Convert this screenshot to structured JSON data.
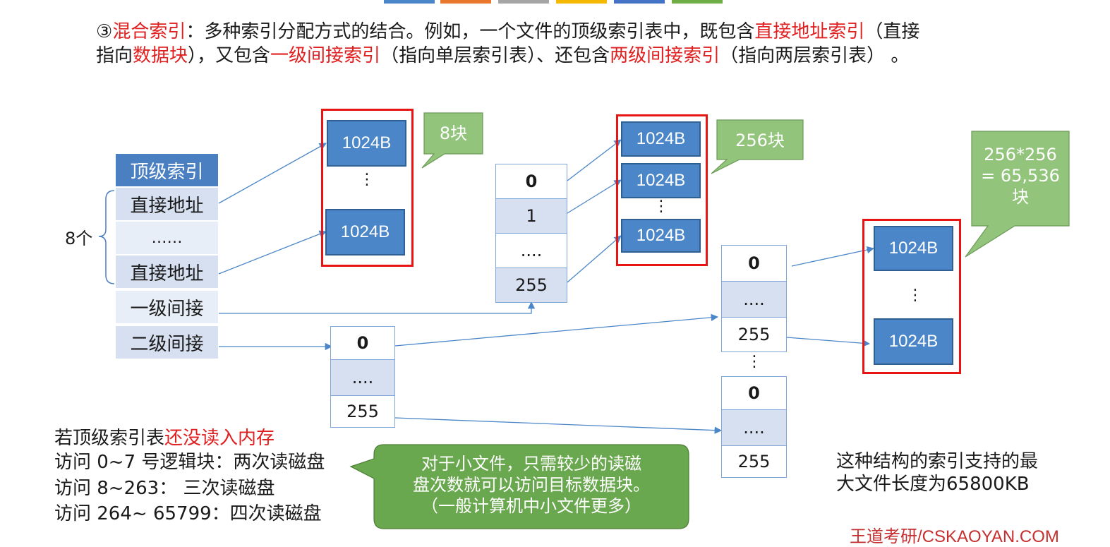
{
  "colors": {
    "top_bars": [
      "#4a86c8",
      "#e8762d",
      "#a5a5a5",
      "#f5b800",
      "#4472c4",
      "#70ad47"
    ],
    "highlight": "#e02020",
    "table_head": "#4a7fc1",
    "block_fill": "#4a86c8",
    "callout_green": "#92c47c",
    "tip_green": "#6aa84f",
    "red_box": "#e81515"
  },
  "intro": {
    "marker": "③",
    "term": "混合索引",
    "p1": "：多种索引分配方式的结合。例如，一个文件的顶级索引表中，既包含",
    "direct": "直接地址索引",
    "p2": "（直接",
    "p3": "指向",
    "datablock": "数据块",
    "p4": "），又包含",
    "single": "一级间接索引",
    "p5": "（指向单层索引表）、还包含",
    "double": "两级间接索引",
    "p6": "（指向两层索引表） 。"
  },
  "top_table": {
    "header": "顶级索引",
    "rows": [
      "直接地址",
      "……",
      "直接地址",
      "一级间接",
      "二级间接"
    ],
    "brace_label": "8个"
  },
  "blocks": {
    "label": "1024B",
    "callout_8": "8块",
    "callout_256": "256块",
    "callout_65536": [
      "256*256",
      "= 65,536",
      "块"
    ]
  },
  "index_tables": {
    "single": [
      "0",
      "1",
      "....",
      "255"
    ],
    "double_top": [
      "0",
      "....",
      "255"
    ],
    "double_second_a": [
      "0",
      "....",
      "255"
    ],
    "double_second_b": [
      "0",
      "....",
      "255"
    ],
    "vdots": "⋮"
  },
  "rules": {
    "l1_prefix": "若顶级索引表",
    "l1_red": "还没读入内存",
    "l2": "访问 0~7 号逻辑块：两次读磁盘",
    "l3": "访问 8~263： 三次读磁盘",
    "l4": "访问 264~ 65799：四次读磁盘"
  },
  "tip": [
    "对于小文件，只需较少的读磁",
    "盘次数就可以访问目标数据块。",
    "（一般计算机中小文件更多）"
  ],
  "summary": [
    "这种结构的索引支持的最",
    "大文件长度为65800KB"
  ],
  "brand": "王道考研/CSKAOYAN.COM"
}
